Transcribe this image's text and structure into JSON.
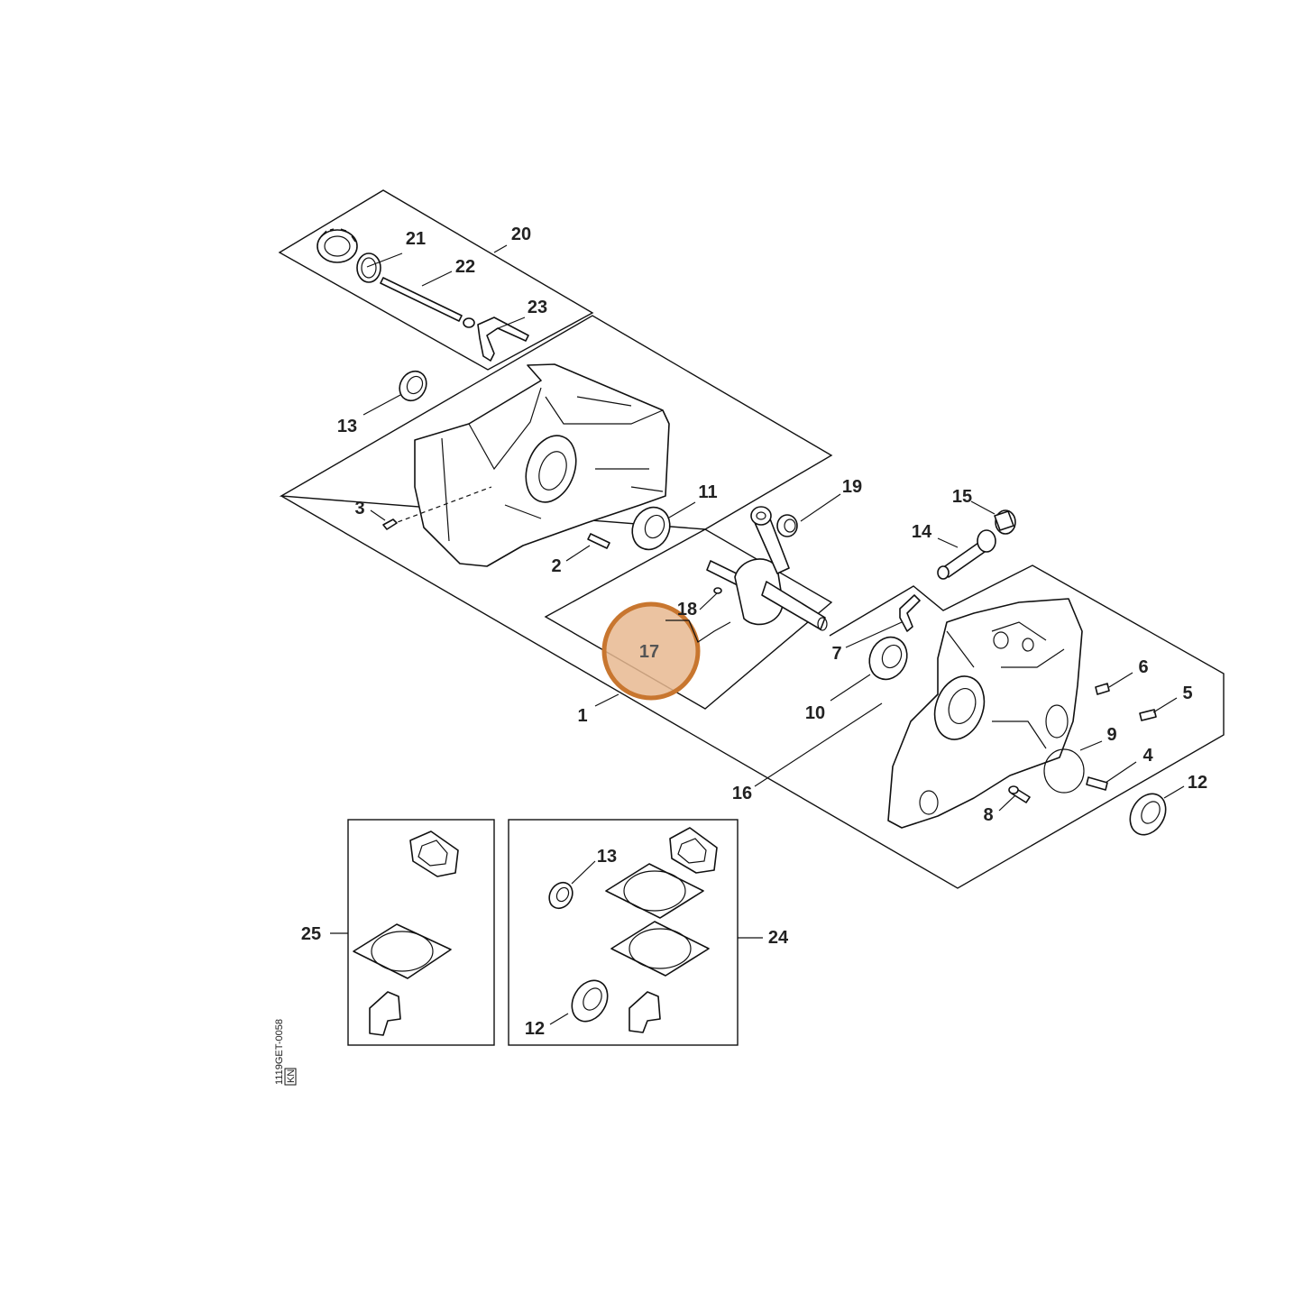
{
  "diagram": {
    "highlight_color": "#e8b991",
    "highlight_stroke": "#c8762f",
    "highlighted_part": "17",
    "callouts": {
      "c1": "1",
      "c2": "2",
      "c3": "3",
      "c4": "4",
      "c5": "5",
      "c6": "6",
      "c7": "7",
      "c8": "8",
      "c9": "9",
      "c10": "10",
      "c11": "11",
      "c12a": "12",
      "c12b": "12",
      "c13a": "13",
      "c13b": "13",
      "c14": "14",
      "c15": "15",
      "c16": "16",
      "c17": "17",
      "c18": "18",
      "c19": "19",
      "c20": "20",
      "c21": "21",
      "c22": "22",
      "c23": "23",
      "c24": "24",
      "c25": "25"
    },
    "drawing_code": "1119GET-0058",
    "drawing_tag": "KN"
  }
}
